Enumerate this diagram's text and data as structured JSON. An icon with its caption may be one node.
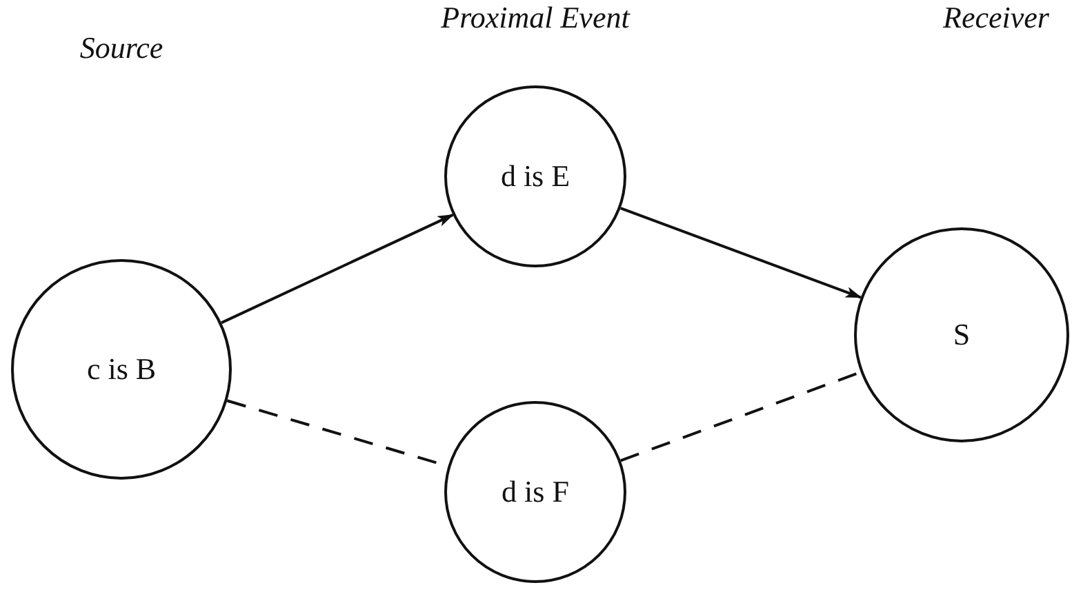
{
  "diagram": {
    "nodes": [
      {
        "text": [
          "c is B"
        ]
      },
      {
        "text": [
          "d is E"
        ]
      },
      {
        "text": [
          "d is F"
        ]
      },
      {
        "text": [
          "S"
        ]
      }
    ],
    "edges": [
      {
        "from": 0,
        "to": 1,
        "arrow": "to"
      },
      {
        "from": 1,
        "to": 3,
        "arrow": "to"
      },
      {
        "from": 0,
        "to": 2,
        "arrow": "none",
        "style": "dashed"
      },
      {
        "from": 2,
        "to": 3,
        "arrow": "none",
        "style": "dashed"
      }
    ],
    "labels": [
      "Source",
      "Proximal Event",
      "Receiver"
    ]
  }
}
